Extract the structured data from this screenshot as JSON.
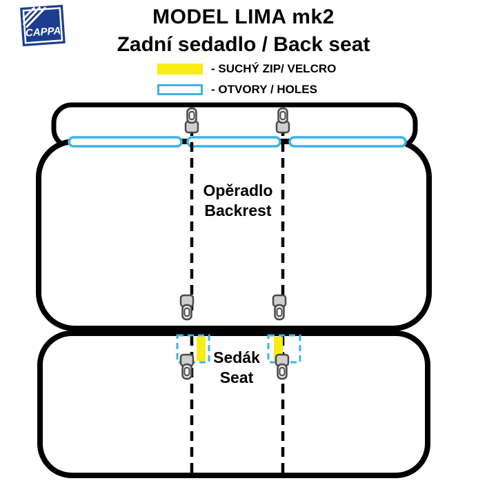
{
  "colors": {
    "velcro": "#f7ec13",
    "holes": "#3cb4e5",
    "outline": "#000000",
    "logo_blue": "#1d3d91",
    "zipper_gray": "#cfcfcf"
  },
  "logo": {
    "brand": "CAPPA"
  },
  "header": {
    "title": "MODEL LIMA mk2",
    "subtitle": "Zadní sedadlo / Back seat"
  },
  "legend": {
    "velcro": {
      "label": "- SUCHÝ ZIP/ VELCRO"
    },
    "holes": {
      "label": "- OTVORY / HOLES"
    }
  },
  "diagram": {
    "backrest": {
      "label_cs": "Opěradlo",
      "label_en": "Backrest"
    },
    "seat": {
      "label_cs": "Sedák",
      "label_en": "Seat"
    }
  }
}
